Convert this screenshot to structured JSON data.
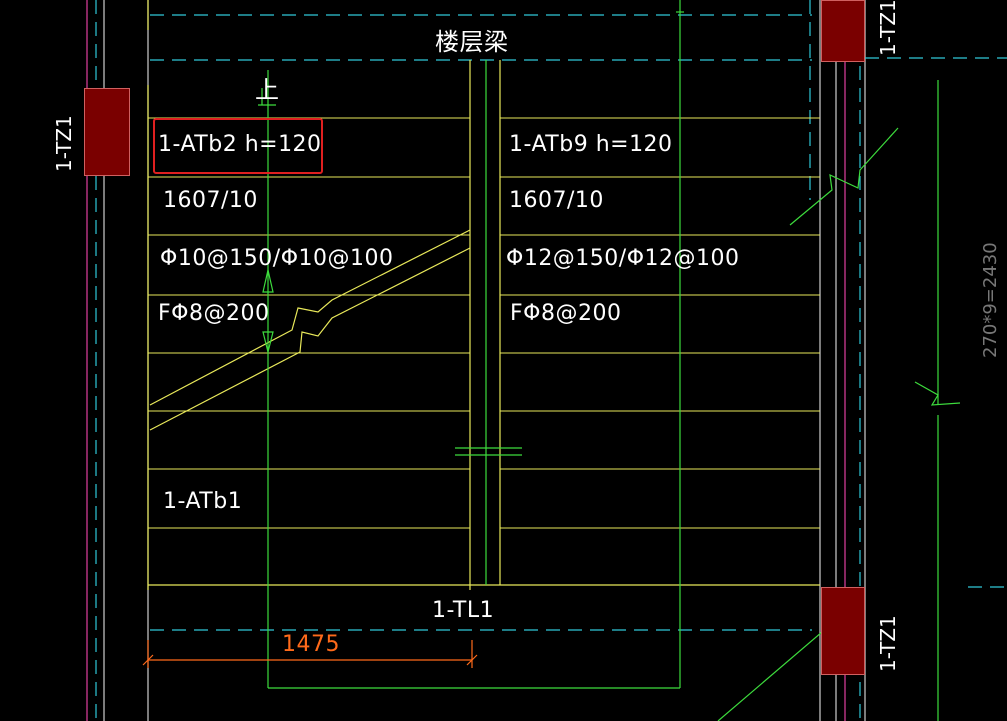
{
  "labels": {
    "floor_beam": "楼层梁",
    "up": "上",
    "stair_b2_name": "1-ATb2  h=120",
    "stair_b2_steps": "1607/10",
    "stair_b2_rebar": "Φ10@150/Φ10@100",
    "stair_b2_dist": "FΦ8@200",
    "stair_b9_name": "1-ATb9  h=120",
    "stair_b9_steps": "1607/10",
    "stair_b9_rebar": "Φ12@150/Φ12@100",
    "stair_b9_dist": "FΦ8@200",
    "stair_b1_name": "1-ATb1",
    "beam_tl1": "1-TL1",
    "column_left": "1-TZ1",
    "column_top_right": "1-TZ1",
    "column_bottom_right": "1-TZ1",
    "dim_height": "270*9=2430",
    "dim_width": "1475"
  },
  "colors": {
    "background": "#000000",
    "yellow": "#e8e85a",
    "green": "#3ddc3d",
    "cyan": "#30c8d8",
    "magenta": "#e040a0",
    "orange": "#ff6a1a",
    "column_fill": "#7a0000",
    "highlight": "#e02020"
  }
}
